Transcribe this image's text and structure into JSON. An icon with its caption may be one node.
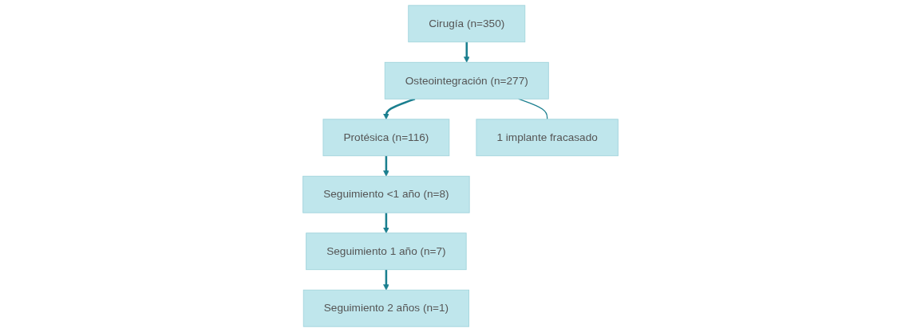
{
  "diagram": {
    "nodes": [
      {
        "text": [
          "Cirugía (n=350)"
        ]
      },
      {
        "text": [
          "Osteointegración (n=277)"
        ]
      },
      {
        "text": [
          "Protésica (n=116)"
        ]
      },
      {
        "text": [
          "Seguimiento <1 año (n=8)"
        ]
      },
      {
        "text": [
          "Seguimiento 1 año (n=7)"
        ]
      },
      {
        "text": [
          "Seguimiento 2 años (n=1)"
        ]
      },
      {
        "text": [
          "1 implante fracasado"
        ]
      }
    ],
    "edges": [
      {
        "from": 0,
        "to": 1,
        "arrow": "to"
      },
      {
        "from": 1,
        "to": 2,
        "arrow": "to"
      },
      {
        "from": 1,
        "to": 6,
        "arrow": "none"
      },
      {
        "from": 2,
        "to": 3,
        "arrow": "to"
      },
      {
        "from": 3,
        "to": 4,
        "arrow": "to"
      },
      {
        "from": 4,
        "to": 5,
        "arrow": "to"
      }
    ]
  }
}
